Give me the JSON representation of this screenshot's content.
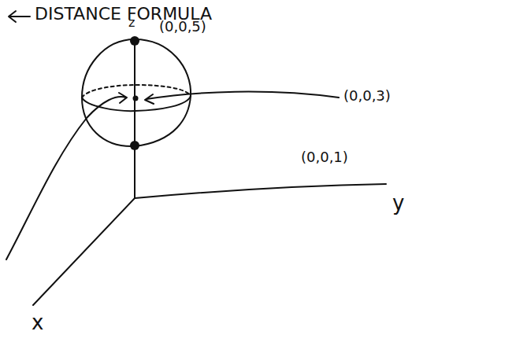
{
  "diagram": {
    "labels": [
      "DISTANCE FORMULA",
      "z",
      "(0,0,5)",
      "(0,0,3)",
      "(0,0,1)",
      "y",
      "x"
    ]
  }
}
